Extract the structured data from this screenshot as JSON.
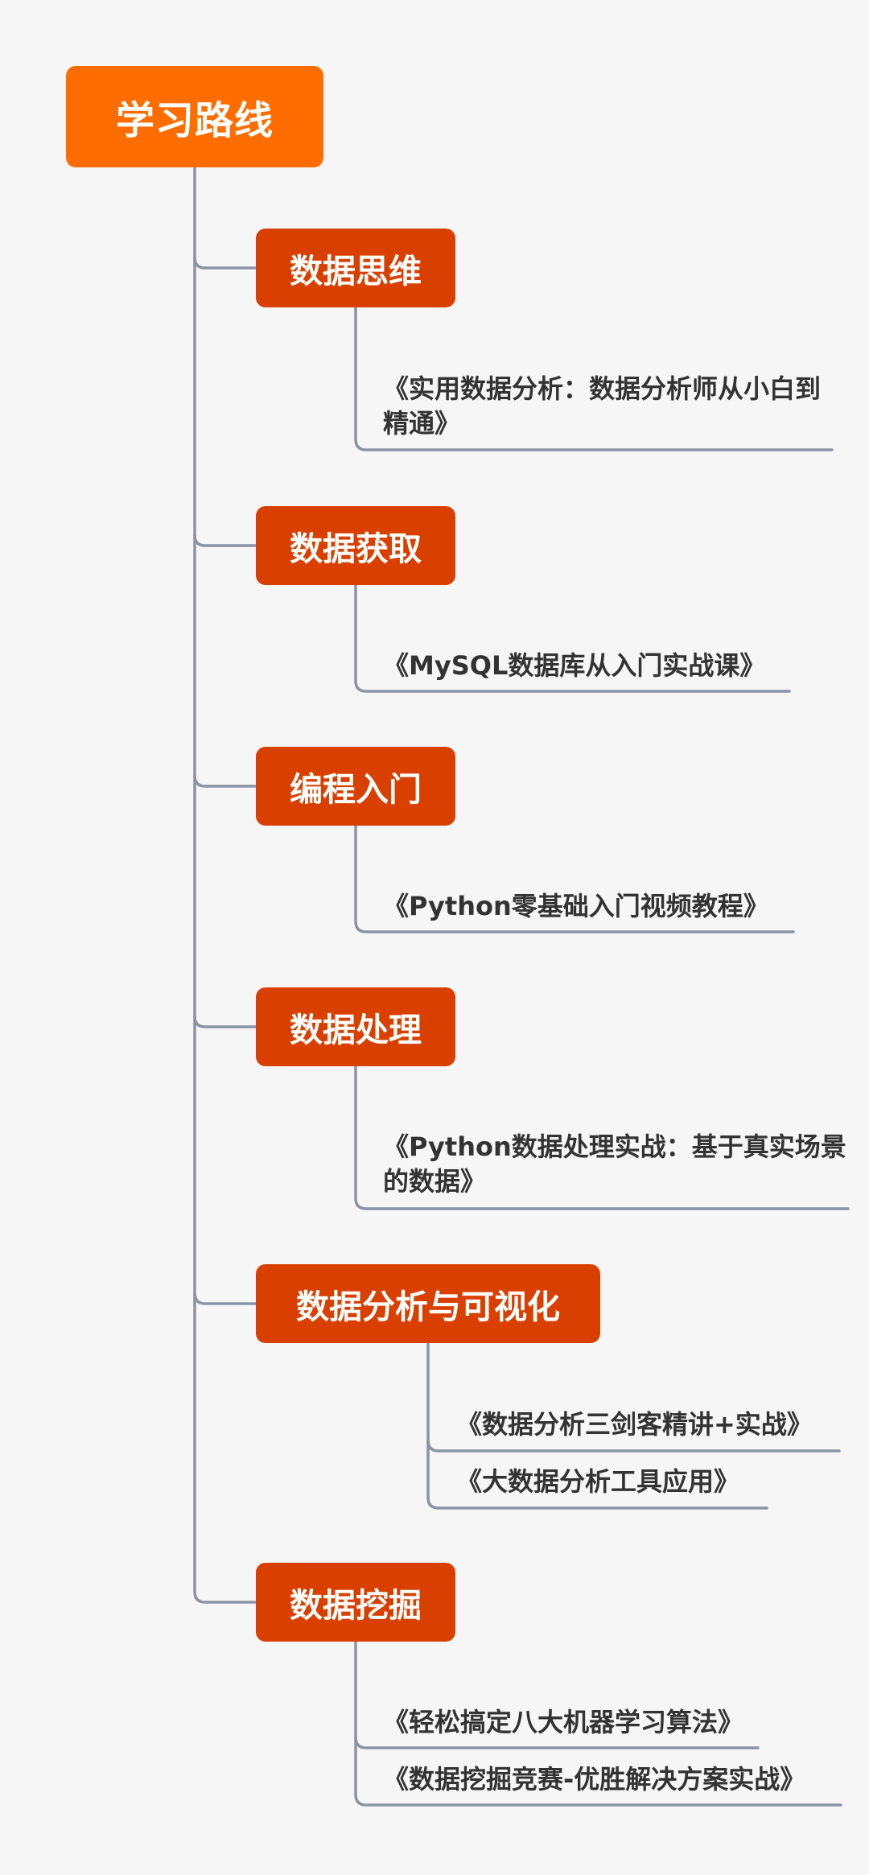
{
  "root": {
    "label": "学习路线"
  },
  "topics": [
    {
      "label": "数据思维",
      "books": [
        "《实用数据分析：数据分析师从小白到精通》"
      ]
    },
    {
      "label": "数据获取",
      "books": [
        "《MySQL数据库从入门实战课》"
      ]
    },
    {
      "label": "编程入门",
      "books": [
        "《Python零基础入门视频教程》"
      ]
    },
    {
      "label": "数据处理",
      "books": [
        "《Python数据处理实战：基于真实场景的数据》"
      ]
    },
    {
      "label": "数据分析与可视化",
      "books": [
        "《数据分析三剑客精讲+实战》",
        "《大数据分析工具应用》"
      ]
    },
    {
      "label": "数据挖掘",
      "books": [
        "《轻松搞定八大机器学习算法》",
        "《数据挖掘竞赛-优胜解决方案实战》"
      ]
    }
  ],
  "colors": {
    "root": "#ff6d00",
    "topic": "#d94000",
    "connector": "#8a94a6",
    "text": "#333333",
    "background": "#f6f6f6"
  }
}
